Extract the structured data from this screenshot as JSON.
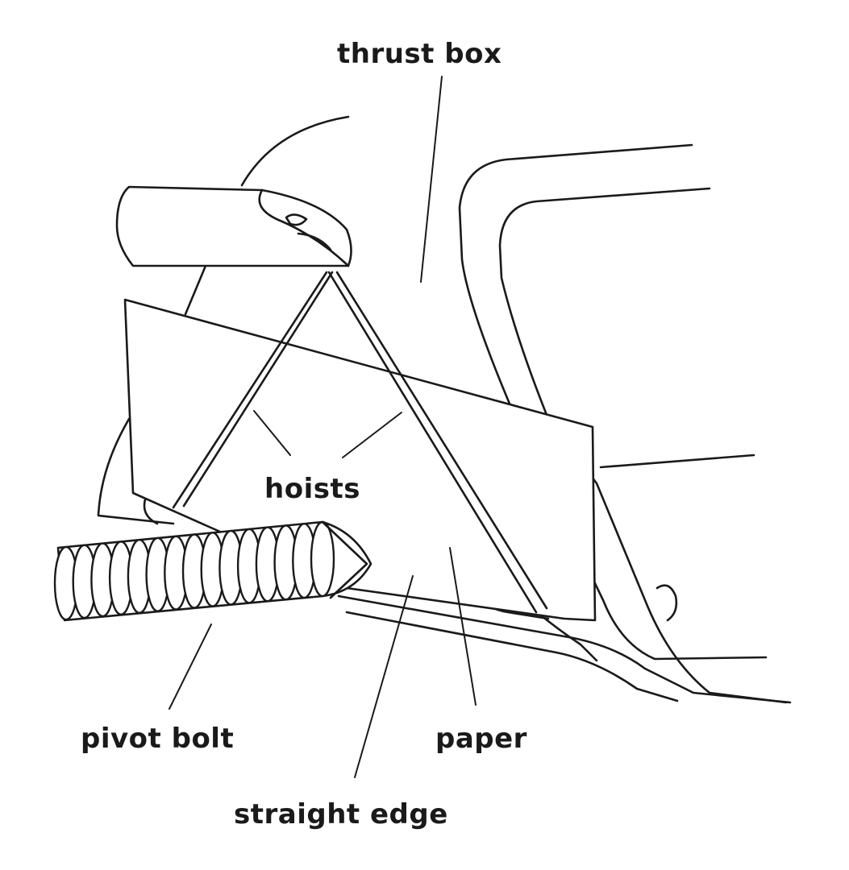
{
  "labels": {
    "thrust_box": "thrust box",
    "hoists": "hoists",
    "pivot_bolt": "pivot bolt",
    "paper": "paper",
    "straight_edge": "straight edge"
  },
  "colors": {
    "line": "#1a1a1a",
    "background": "#ffffff"
  }
}
